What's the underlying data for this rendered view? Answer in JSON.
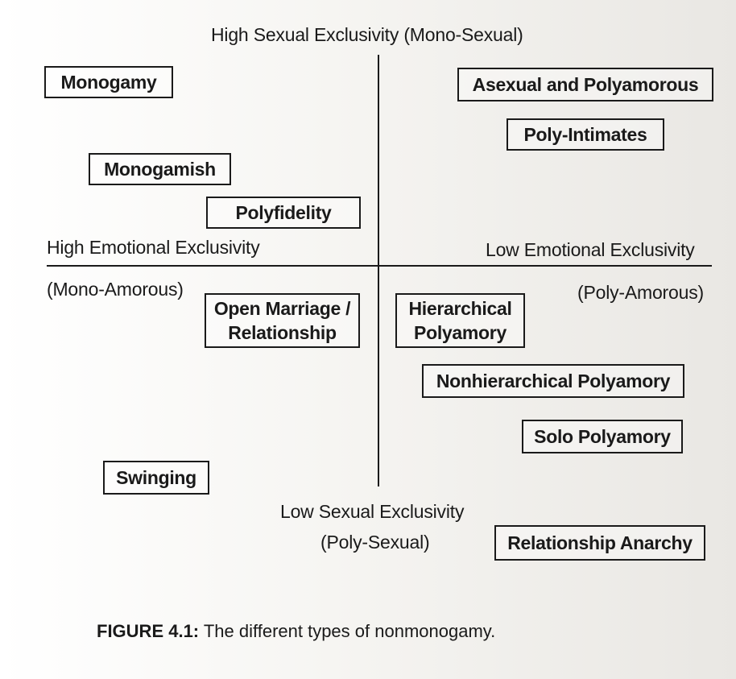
{
  "axes": {
    "top": "High Sexual Exclusivity (Mono-Sexual)",
    "bottom_line1": "Low Sexual Exclusivity",
    "bottom_line2": "(Poly-Sexual)",
    "left_line1": "High Emotional Exclusivity",
    "left_line2": "(Mono-Amorous)",
    "right_line1": "Low Emotional Exclusivity",
    "right_line2": "(Poly-Amorous)"
  },
  "boxes": {
    "monogamy": "Monogamy",
    "asexual_polyamorous": "Asexual and Polyamorous",
    "poly_intimates": "Poly-Intimates",
    "monogamish": "Monogamish",
    "polyfidelity": "Polyfidelity",
    "open_marriage_line1": "Open Marriage /",
    "open_marriage_line2": "Relationship",
    "hierarchical_line1": "Hierarchical",
    "hierarchical_line2": "Polyamory",
    "nonhierarchical": "Nonhierarchical Polyamory",
    "solo": "Solo Polyamory",
    "swinging": "Swinging",
    "anarchy": "Relationship Anarchy"
  },
  "caption": {
    "label": "FIGURE 4.1:",
    "text": " The different types of nonmonogamy."
  }
}
